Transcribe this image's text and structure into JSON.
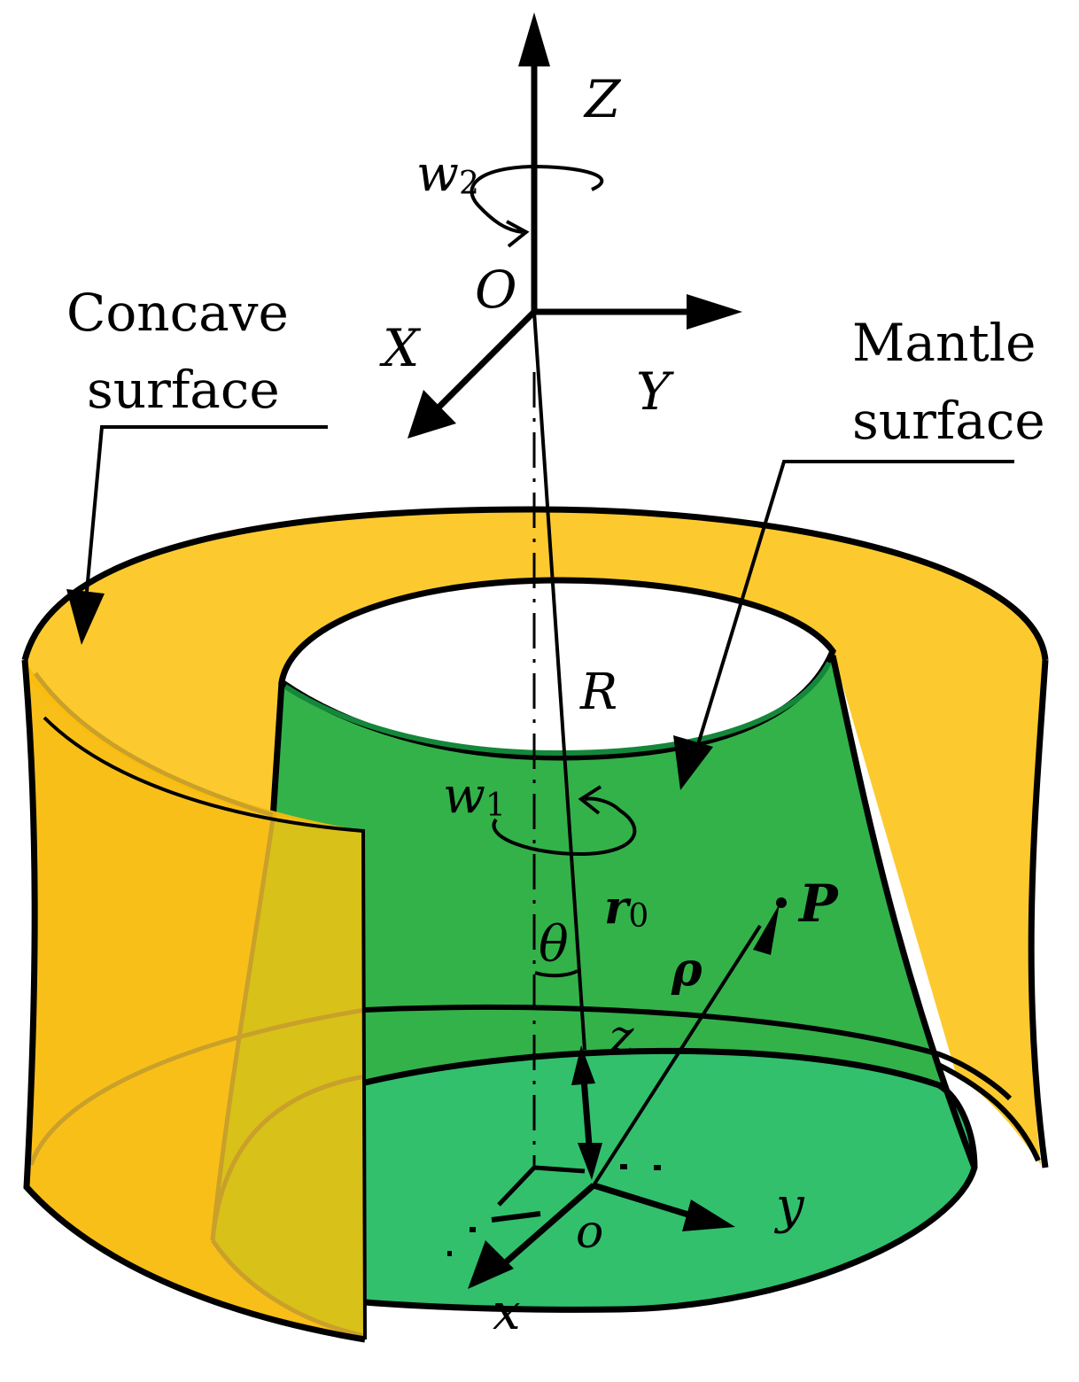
{
  "labels": {
    "concave_line1": "Concave",
    "concave_line2": "surface",
    "mantle_line1": "Mantle",
    "mantle_line2": "surface",
    "axis_Z": "Z",
    "axis_X": "X",
    "axis_Y": "Y",
    "origin_O": "O",
    "omega2_base": "w",
    "omega2_sub": "2",
    "omega1_base": "w",
    "omega1_sub": "1",
    "radius_R": "R",
    "r0_base": "r",
    "r0_sub": "0",
    "theta": "θ",
    "rho": "ρ",
    "point_P": "P",
    "axis_z": "z",
    "axis_x": "x",
    "axis_y": "y",
    "origin_o": "o"
  },
  "colors": {
    "concave_surface": "#fcca2f",
    "concave_front": "#f9bc0d",
    "overlap": "#d4c119",
    "mantle_surface": "#33b24a",
    "mantle_bottom": "#32c06d",
    "mantle_rim": "#14873a",
    "outline": "#000000"
  },
  "icons": [
    "arrow-head-icon",
    "rotation-arrow-icon"
  ]
}
